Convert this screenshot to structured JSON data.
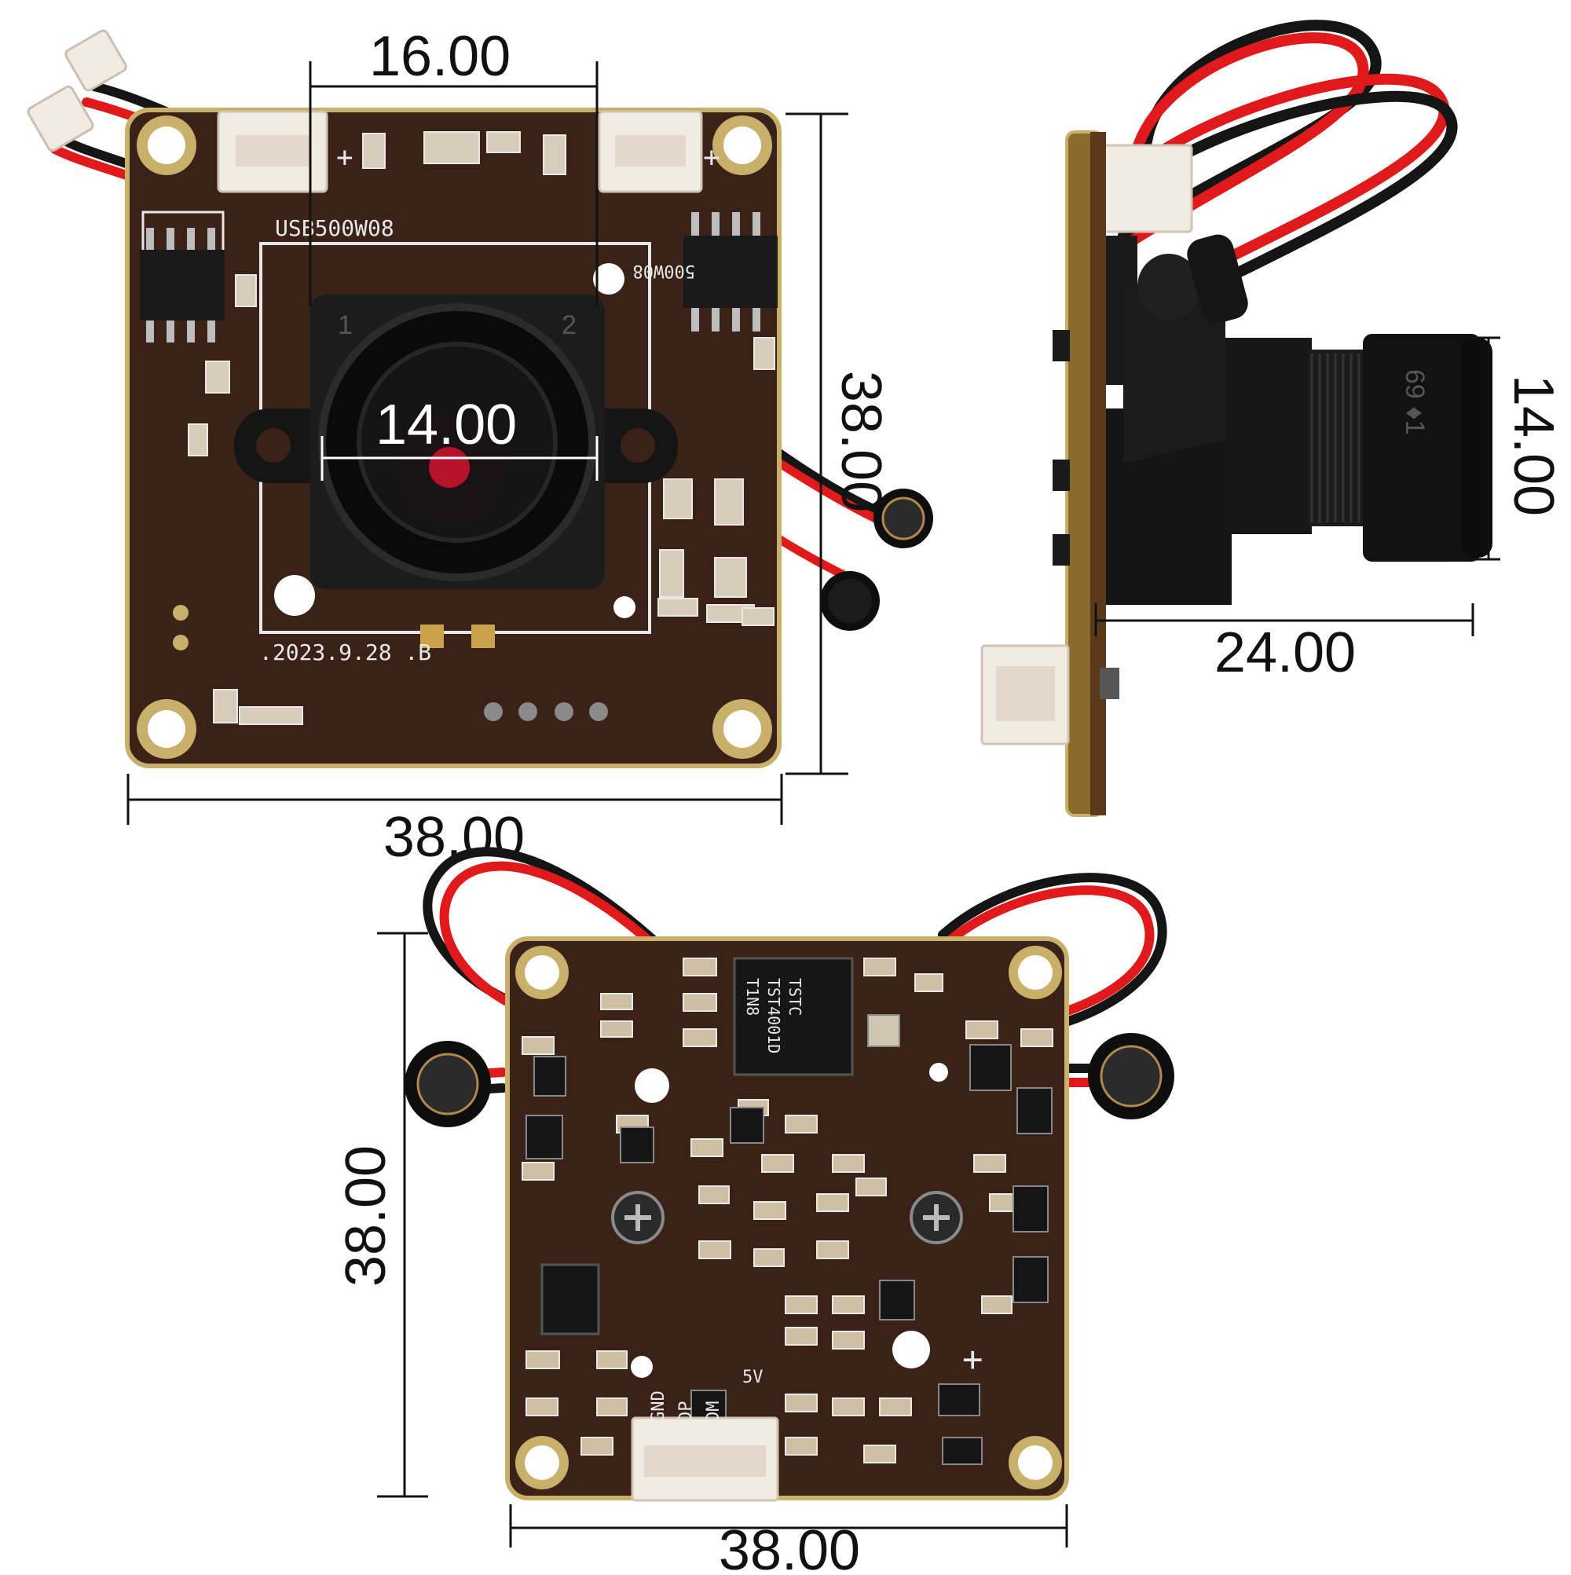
{
  "dimensions": {
    "lens_mount_width": "16.00",
    "lens_diameter": "14.00",
    "board_height": "38.00",
    "board_width": "38.00",
    "side_lens_diameter": "14.00",
    "side_depth": "24.00",
    "back_board_height": "38.00",
    "back_board_width": "38.00"
  },
  "silkscreen": {
    "model": "USB500W08",
    "date": ".2023.9.28 .B",
    "chip_marking": "500W08",
    "main_chip_line1": "TSTC",
    "main_chip_line2": "TST4001D",
    "main_chip_line3": "T1N8",
    "lens_marking": "69 ♦1",
    "mount_mark_1": "1",
    "mount_mark_2": "2",
    "connector_pins": [
      "GND",
      "DP",
      "DM",
      "5V"
    ],
    "plus_sign": "+"
  },
  "colors": {
    "pcb": "#3a2218",
    "pcb_edge": "#c9b06a",
    "silk": "#e8e8e8",
    "lens_body": "#111111",
    "wire_red": "#e01a1a",
    "wire_black": "#151515",
    "connector": "#f2ebe2",
    "dimension_line": "#111111"
  }
}
